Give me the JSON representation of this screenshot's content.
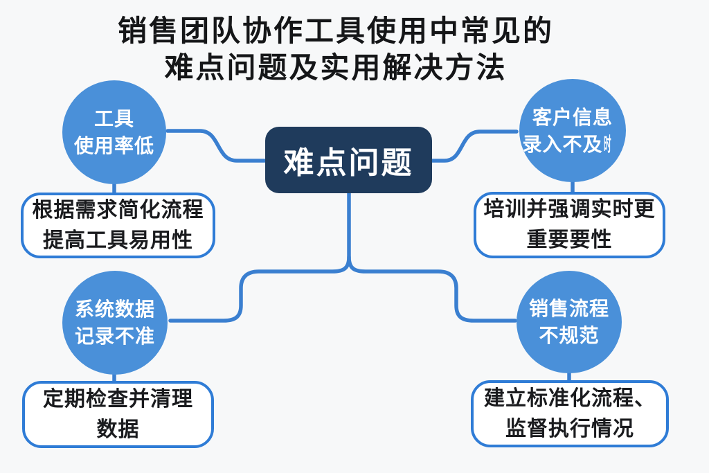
{
  "title": {
    "line1": "销售团队协作工具使用中常见的",
    "line2": "难点问题及实用解决方法"
  },
  "center_node": {
    "label": "难点问题"
  },
  "nodes": [
    {
      "id": "tool-usage",
      "circle_line1": "工具",
      "circle_line2": "使用率低",
      "solution_line1": "根据需求简化流程",
      "solution_line2": "提高工具易用性"
    },
    {
      "id": "customer-info",
      "circle_line1": "客户信息",
      "circle_line2": "录入不及",
      "circle_line2_condensed": "时",
      "solution_line1": "培训并强调实时更",
      "solution_line2": "重要要性"
    },
    {
      "id": "system-data",
      "circle_line1": "系统数据",
      "circle_line2": "记录不准",
      "solution_line1": "定期检查并清理",
      "solution_line2": "数据"
    },
    {
      "id": "sales-process",
      "circle_line1": "销售流程",
      "circle_line2": "不规范",
      "solution_line1": "建立标准化流程、",
      "solution_line2": "监督执行情况"
    }
  ],
  "colors": {
    "background": "#f7f8f9",
    "circle_fill": "#4a90d9",
    "center_fill": "#1f3b5c",
    "connector": "#3a7fd0",
    "box_border": "#2f7cd6",
    "circle_text": "#ffffff",
    "title_text": "#151618",
    "box_text": "#1a1b1e"
  }
}
